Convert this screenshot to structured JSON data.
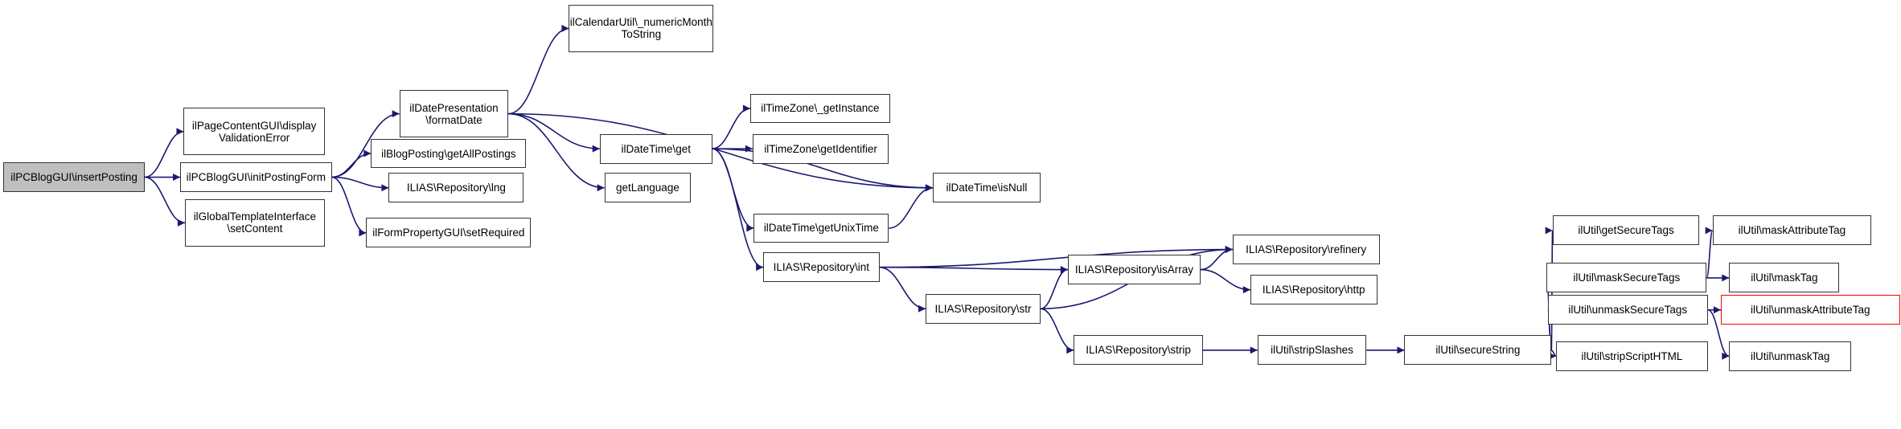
{
  "graph_title": "Call graph of ilPCBlogGUI\\insertPosting",
  "colors": {
    "edge": "#191970",
    "node_border": "#333333",
    "root_fill": "#bfbfbf",
    "missing_border": "#ff0000"
  },
  "nodes": [
    {
      "id": "insertPosting",
      "lines": [
        "ilPCBlogGUI\\insertPosting"
      ],
      "root": true
    },
    {
      "id": "displayValidationError",
      "lines": [
        "ilPageContentGUI\\display",
        "ValidationError"
      ]
    },
    {
      "id": "initPostingForm",
      "lines": [
        "ilPCBlogGUI\\initPostingForm"
      ]
    },
    {
      "id": "setContent",
      "lines": [
        "ilGlobalTemplateInterface",
        "\\setContent"
      ]
    },
    {
      "id": "formatDate",
      "lines": [
        "ilDatePresentation",
        "\\formatDate"
      ]
    },
    {
      "id": "getAllPostings",
      "lines": [
        "ilBlogPosting\\getAllPostings"
      ]
    },
    {
      "id": "lng",
      "lines": [
        "ILIAS\\Repository\\lng"
      ]
    },
    {
      "id": "setRequired",
      "lines": [
        "ilFormPropertyGUI\\setRequired"
      ]
    },
    {
      "id": "numericMonthToString",
      "lines": [
        "ilCalendarUtil\\_numericMonth",
        "ToString"
      ]
    },
    {
      "id": "dtGet",
      "lines": [
        "ilDateTime\\get"
      ]
    },
    {
      "id": "getLanguage",
      "lines": [
        "getLanguage"
      ]
    },
    {
      "id": "tzGetInstance",
      "lines": [
        "ilTimeZone\\_getInstance"
      ]
    },
    {
      "id": "tzGetIdentifier",
      "lines": [
        "ilTimeZone\\getIdentifier"
      ]
    },
    {
      "id": "isNull",
      "lines": [
        "ilDateTime\\isNull"
      ]
    },
    {
      "id": "getUnixTime",
      "lines": [
        "ilDateTime\\getUnixTime"
      ]
    },
    {
      "id": "repoInt",
      "lines": [
        "ILIAS\\Repository\\int"
      ]
    },
    {
      "id": "refinery",
      "lines": [
        "ILIAS\\Repository\\refinery"
      ]
    },
    {
      "id": "isArray",
      "lines": [
        "ILIAS\\Repository\\isArray"
      ]
    },
    {
      "id": "http",
      "lines": [
        "ILIAS\\Repository\\http"
      ]
    },
    {
      "id": "repoStr",
      "lines": [
        "ILIAS\\Repository\\str"
      ]
    },
    {
      "id": "repoStrip",
      "lines": [
        "ILIAS\\Repository\\strip"
      ]
    },
    {
      "id": "stripSlashes",
      "lines": [
        "ilUtil\\stripSlashes"
      ]
    },
    {
      "id": "secureString",
      "lines": [
        "ilUtil\\secureString"
      ]
    },
    {
      "id": "getSecureTags",
      "lines": [
        "ilUtil\\getSecureTags"
      ]
    },
    {
      "id": "maskSecureTags",
      "lines": [
        "ilUtil\\maskSecureTags"
      ]
    },
    {
      "id": "unmaskSecureTags",
      "lines": [
        "ilUtil\\unmaskSecureTags"
      ]
    },
    {
      "id": "stripScriptHTML",
      "lines": [
        "ilUtil\\stripScriptHTML"
      ]
    },
    {
      "id": "maskAttributeTag",
      "lines": [
        "ilUtil\\maskAttributeTag"
      ]
    },
    {
      "id": "maskTag",
      "lines": [
        "ilUtil\\maskTag"
      ]
    },
    {
      "id": "unmaskAttributeTag",
      "lines": [
        "ilUtil\\unmaskAttributeTag"
      ],
      "missing": true
    },
    {
      "id": "unmaskTag",
      "lines": [
        "ilUtil\\unmaskTag"
      ]
    }
  ],
  "edges": [
    {
      "from": "insertPosting",
      "to": "displayValidationError"
    },
    {
      "from": "insertPosting",
      "to": "initPostingForm"
    },
    {
      "from": "insertPosting",
      "to": "setContent"
    },
    {
      "from": "initPostingForm",
      "to": "formatDate"
    },
    {
      "from": "initPostingForm",
      "to": "getAllPostings"
    },
    {
      "from": "initPostingForm",
      "to": "lng"
    },
    {
      "from": "initPostingForm",
      "to": "setRequired"
    },
    {
      "from": "formatDate",
      "to": "numericMonthToString"
    },
    {
      "from": "formatDate",
      "to": "isNull"
    },
    {
      "from": "formatDate",
      "to": "dtGet"
    },
    {
      "from": "formatDate",
      "to": "getLanguage"
    },
    {
      "from": "dtGet",
      "to": "tzGetInstance"
    },
    {
      "from": "dtGet",
      "to": "tzGetIdentifier"
    },
    {
      "from": "dtGet",
      "to": "isNull"
    },
    {
      "from": "dtGet",
      "to": "getUnixTime"
    },
    {
      "from": "dtGet",
      "to": "repoInt"
    },
    {
      "from": "getUnixTime",
      "to": "isNull"
    },
    {
      "from": "repoInt",
      "to": "refinery"
    },
    {
      "from": "repoInt",
      "to": "isArray"
    },
    {
      "from": "repoInt",
      "to": "repoStr"
    },
    {
      "from": "isArray",
      "to": "refinery"
    },
    {
      "from": "isArray",
      "to": "http"
    },
    {
      "from": "repoStr",
      "to": "isArray"
    },
    {
      "from": "repoStr",
      "to": "refinery"
    },
    {
      "from": "repoStr",
      "to": "repoStrip"
    },
    {
      "from": "repoStrip",
      "to": "stripSlashes"
    },
    {
      "from": "stripSlashes",
      "to": "secureString"
    },
    {
      "from": "secureString",
      "to": "getSecureTags"
    },
    {
      "from": "secureString",
      "to": "maskSecureTags"
    },
    {
      "from": "secureString",
      "to": "unmaskSecureTags"
    },
    {
      "from": "secureString",
      "to": "stripScriptHTML"
    },
    {
      "from": "maskSecureTags",
      "to": "maskAttributeTag"
    },
    {
      "from": "maskSecureTags",
      "to": "maskTag"
    },
    {
      "from": "unmaskSecureTags",
      "to": "unmaskAttributeTag"
    },
    {
      "from": "unmaskSecureTags",
      "to": "unmaskTag"
    }
  ]
}
